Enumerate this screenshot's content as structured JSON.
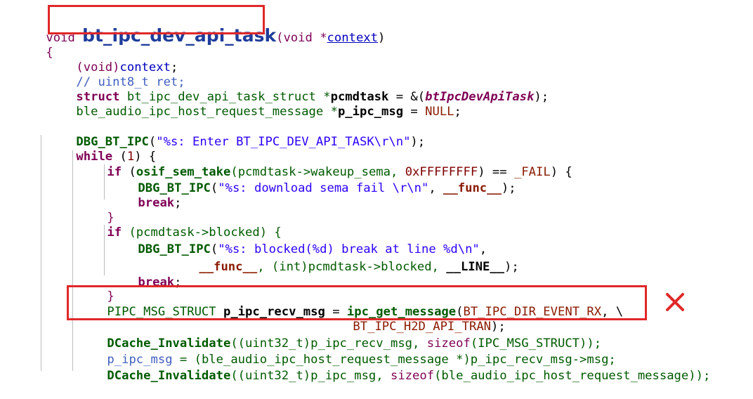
{
  "code": {
    "l1": {
      "t0": "void ",
      "t1": "bt_ipc_dev_api_task",
      "t2": "(void *",
      "t3": "context",
      "t4": ")"
    },
    "l2": {
      "t0": "{"
    },
    "l3": {
      "t0": "(void)",
      "t1": "context",
      "t2": ";"
    },
    "l4": {
      "t0": "// uint8_t ret;"
    },
    "l5": {
      "t0": "struct",
      "t1": " bt_ipc_dev_api_task_struct *",
      "t2": "pcmdtask",
      "t3": " = &(",
      "t4": "btIpcDevApiTask",
      "t5": ");"
    },
    "l6": {
      "t0": "ble_audio_ipc_host_request_message *",
      "t1": "p_ipc_msg",
      "t2": " = ",
      "t3": "NULL",
      "t4": ";"
    },
    "l7": {
      "t0": "DBG_BT_IPC",
      "t1": "(",
      "t2": "\"%s: Enter BT_IPC_DEV_API_TASK\\r\\n\"",
      "t3": ");"
    },
    "l8": {
      "t0": "while",
      "t1": " (",
      "t2": "1",
      "t3": ") {"
    },
    "l9": {
      "t0": "if",
      "t1": " (",
      "t2": "osif_sem_take",
      "t3": "(pcmdtask->wakeup_sema, ",
      "t4": "0xFFFFFFFF",
      "t5": ") == ",
      "t6": "_FAIL",
      "t7": ") {"
    },
    "l10": {
      "t0": "DBG_BT_IPC",
      "t1": "(",
      "t2": "\"%s: download sema fail \\r\\n\"",
      "t3": ", ",
      "t4": "__func__",
      "t5": ");"
    },
    "l11": {
      "t0": "break",
      "t1": ";"
    },
    "l12": {
      "t0": "}"
    },
    "l13": {
      "t0": "if",
      "t1": " (pcmdtask->blocked) {"
    },
    "l14": {
      "t0": "DBG_BT_IPC",
      "t1": "(",
      "t2": "\"%s: blocked(%d) break at line %d\\n\"",
      "t3": ","
    },
    "l15": {
      "t0": "__func__",
      "t1": ", (int)pcmdtask->blocked, ",
      "t2": "__LINE__",
      "t3": ");"
    },
    "l16": {
      "t0": "break",
      "t1": ";"
    },
    "l17": {
      "t0": "}"
    },
    "l18": {
      "t0": "PIPC_MSG_STRUCT ",
      "t1": "p_ipc_recv_msg",
      "t2": " = ",
      "t3": "ipc_get_message",
      "t4": "(",
      "t5": "BT_IPC_DIR_EVENT_RX",
      "t6": ", \\"
    },
    "l19": {
      "t0": "BT_IPC_H2D_API_TRAN",
      "t1": ");"
    },
    "l20": {
      "t0": "DCache_Invalidate",
      "t1": "((uint32_t)p_ipc_recv_msg, ",
      "t2": "sizeof",
      "t3": "(IPC_MSG_STRUCT));"
    },
    "l21": {
      "t0": "p_ipc_msg",
      "t1": " = (ble_audio_ipc_host_request_message *)p_ipc_recv_msg->msg;"
    },
    "l22": {
      "t0": "DCache_Invalidate",
      "t1": "((uint32_t)p_ipc_msg, ",
      "t2": "sizeof",
      "t3": "(ble_audio_ipc_host_request_message));"
    }
  },
  "annotations": {
    "highlight_color": "#e02828",
    "x_mark_icon": "x-mark-icon"
  }
}
